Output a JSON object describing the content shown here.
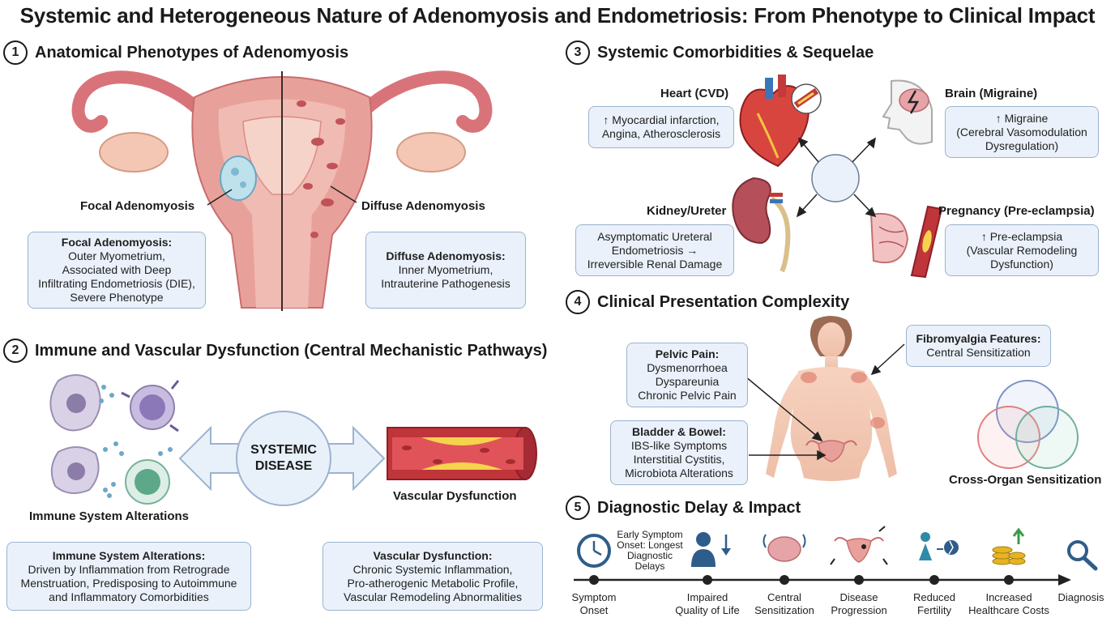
{
  "title": "Systemic and Heterogeneous Nature of Adenomyosis and Endometriosis: From Phenotype to Clinical Impact",
  "sections": {
    "s1": {
      "num": "1",
      "title": "Anatomical Phenotypes of Adenomyosis"
    },
    "s2": {
      "num": "2",
      "title": "Immune and Vascular Dysfunction (Central Mechanistic Pathways)"
    },
    "s3": {
      "num": "3",
      "title": "Systemic Comorbidities & Sequelae"
    },
    "s4": {
      "num": "4",
      "title": "Clinical Presentation Complexity"
    },
    "s5": {
      "num": "5",
      "title": "Diagnostic Delay & Impact"
    }
  },
  "s1": {
    "focal_label": "Focal Adenomyosis",
    "diffuse_label": "Diffuse Adenomyosis",
    "focal_box": {
      "title": "Focal Adenomyosis:",
      "lines": [
        "Outer Myometrium,",
        "Associated with Deep",
        "Infiltrating Endometriosis (DIE),",
        "Severe Phenotype"
      ]
    },
    "diffuse_box": {
      "title": "Diffuse Adenomyosis:",
      "lines": [
        "Inner Myometrium,",
        "Intrauterine Pathogenesis"
      ]
    }
  },
  "s2": {
    "center": [
      "SYSTEMIC",
      "DISEASE"
    ],
    "immune_label": "Immune System Alterations",
    "vascular_label": "Vascular Dysfunction",
    "immune_box": {
      "title": "Immune System Alterations:",
      "lines": [
        "Driven by Inflammation from Retrograde",
        "Menstruation, Predisposing to Autoimmune",
        "and Inflammatory Comorbidities"
      ]
    },
    "vascular_box": {
      "title": "Vascular Dysfunction:",
      "lines": [
        "Chronic Systemic Inflammation,",
        "Pro-atherogenic Metabolic Profile,",
        "Vascular Remodeling Abnormalities"
      ]
    }
  },
  "s3": {
    "heart": {
      "label": "Heart (CVD)",
      "lines": [
        "↑ Myocardial infarction,",
        "Angina, Atherosclerosis"
      ]
    },
    "brain": {
      "label": "Brain (Migraine)",
      "lines": [
        "↑ Migraine",
        "(Cerebral Vasomodulation",
        "Dysregulation)"
      ]
    },
    "kidney": {
      "label": "Kidney/Ureter",
      "lines": [
        "Asymptomatic Ureteral",
        "Endometriosis →",
        "Irreversible Renal Damage"
      ]
    },
    "pregnancy": {
      "label": "Pregnancy (Pre-eclampsia)",
      "lines": [
        "↑ Pre-eclampsia",
        "(Vascular Remodeling",
        "Dysfunction)"
      ]
    }
  },
  "s4": {
    "pelvic": {
      "title": "Pelvic Pain:",
      "lines": [
        "Dysmenorrhoea",
        "Dyspareunia",
        "Chronic Pelvic Pain"
      ]
    },
    "bladder": {
      "title": "Bladder & Bowel:",
      "lines": [
        "IBS-like Symptoms",
        "Interstitial Cystitis,",
        "Microbiota Alterations"
      ]
    },
    "fibro": {
      "title": "Fibromyalgia Features:",
      "lines": [
        "Central Sensitization"
      ]
    },
    "cross": "Cross-Organ Sensitization"
  },
  "s5": {
    "note": [
      "Early Symptom",
      "Onset: Longest",
      "Diagnostic",
      "Delays"
    ],
    "steps": [
      {
        "lines": [
          "Symptom",
          "Onset"
        ],
        "icon": "clock-icon"
      },
      {
        "lines": [
          "Impaired",
          "Quality of Life"
        ],
        "icon": "person-down-icon"
      },
      {
        "lines": [
          "Central",
          "Sensitization"
        ],
        "icon": "brain-signal-icon"
      },
      {
        "lines": [
          "Disease",
          "Progression"
        ],
        "icon": "uterus-arrows-icon"
      },
      {
        "lines": [
          "Reduced",
          "Fertility"
        ],
        "icon": "woman-broken-egg-icon"
      },
      {
        "lines": [
          "Increased",
          "Healthcare Costs"
        ],
        "icon": "coins-up-icon"
      },
      {
        "lines": [
          "Diagnosis"
        ],
        "icon": "magnifier-icon"
      }
    ]
  },
  "colors": {
    "box_fill": "#eaf1fa",
    "box_border": "#9cb3cf",
    "uterus": "#e59a93",
    "uterus_dark": "#b8525a",
    "vessel": "#c0353a",
    "plaque": "#f5d34d"
  }
}
